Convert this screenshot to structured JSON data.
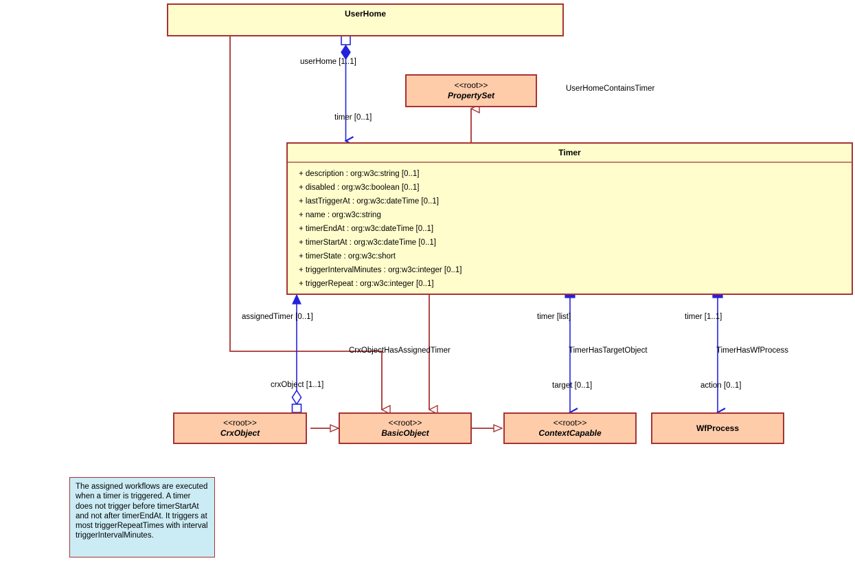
{
  "diagram": {
    "title": "Timer UML class diagram",
    "colors": {
      "class_fill_yellow": "#FFFDCC",
      "class_fill_salmon": "#FFCCAA",
      "class_border": "#A83232",
      "note_fill": "#CCECF5",
      "association_blue": "#2222DD",
      "generalization_red": "#A83232"
    }
  },
  "classes": {
    "user_home": {
      "name": "UserHome",
      "stereotype": ""
    },
    "property_set": {
      "stereotype": "<<root>>",
      "name": "PropertySet"
    },
    "timer": {
      "name": "Timer",
      "attributes": [
        "+ description : org:w3c:string [0..1]",
        "+ disabled : org:w3c:boolean [0..1]",
        "+ lastTriggerAt : org:w3c:dateTime [0..1]",
        "+ name : org:w3c:string",
        "+ timerEndAt : org:w3c:dateTime [0..1]",
        "+ timerStartAt : org:w3c:dateTime [0..1]",
        "+ timerState : org:w3c:short",
        "+ triggerIntervalMinutes : org:w3c:integer [0..1]",
        "+ triggerRepeat : org:w3c:integer [0..1]"
      ]
    },
    "crx_object": {
      "stereotype": "<<root>>",
      "name": "CrxObject"
    },
    "basic_object": {
      "stereotype": "<<root>>",
      "name": "BasicObject"
    },
    "context_capable": {
      "stereotype": "<<root>>",
      "name": "ContextCapable"
    },
    "wf_process": {
      "stereotype": "",
      "name": "WfProcess"
    }
  },
  "associations": {
    "user_home_contains_timer": {
      "name": "UserHomeContainsTimer",
      "source_role": "userHome [1..1]",
      "target_role": "timer [0..1]"
    },
    "crx_object_has_assigned_timer": {
      "name": "CrxObjectHasAssignedTimer",
      "source_role": "assignedTimer [0..1]",
      "target_role": "crxObject [1..1]"
    },
    "timer_has_target_object": {
      "name": "TimerHasTargetObject",
      "source_role": "timer [list]",
      "target_role": "target [0..1]"
    },
    "timer_has_wf_process": {
      "name": "TimerHasWfProcess",
      "source_role": "timer [1..1]",
      "target_role": "action [0..1]"
    }
  },
  "note": {
    "text": "The assigned workflows are executed when a timer is triggered. A timer does not trigger before timerStartAt and not after timerEndAt. It triggers at most triggerRepeatTimes with interval triggerIntervalMinutes."
  }
}
